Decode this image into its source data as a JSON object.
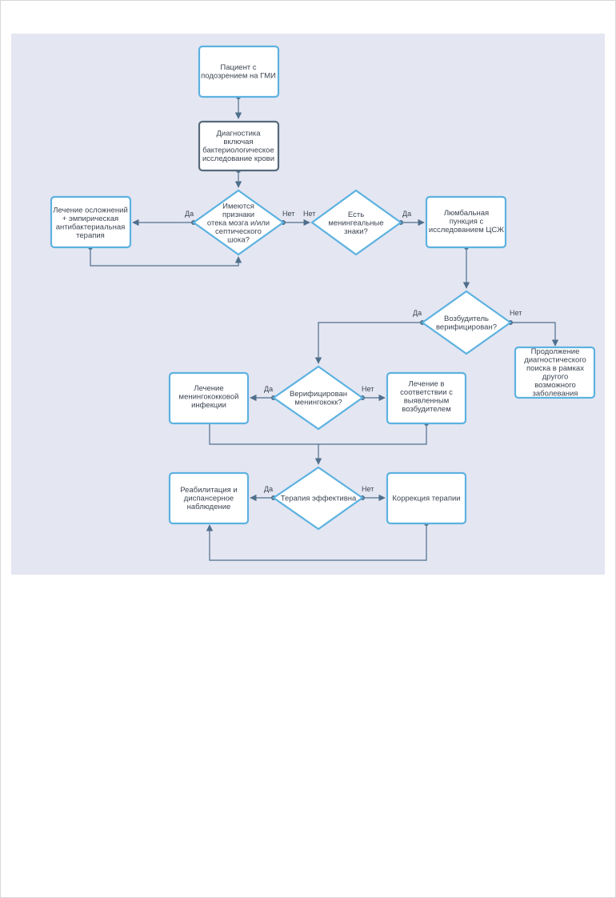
{
  "colors": {
    "canvas": "#e4e6f2",
    "node_stroke": "#5cb2e0",
    "node_fill": "#ffffff",
    "highlight_stroke": "#566a7c",
    "edge": "#4f6f8c",
    "text": "#3c4552"
  },
  "nodes": {
    "patient": [
      "Пациент с",
      "подозрением на ГМИ"
    ],
    "diagnostics": [
      "Диагностика",
      "включая",
      "бактериологическое",
      "исследование крови"
    ],
    "edema_q": [
      "Имеются",
      "признаки",
      "отека мозга и/или",
      "септического",
      "шока?"
    ],
    "complications": [
      "Лечение осложнений",
      "+ эмпирическая",
      "антибактериальная",
      "терапия"
    ],
    "meningeal_q": [
      "Есть",
      "менингеальные",
      "знаки?"
    ],
    "lumbar": [
      "Люмбальная",
      "пункция с",
      "исследованием ЦСЖ"
    ],
    "pathogen_q": [
      "Возбудитель",
      "верифицирован?"
    ],
    "continue_search": [
      "Продолжение",
      "диагностического",
      "поиска в рамках",
      "другого",
      "возможного",
      "заболевания"
    ],
    "meningococcus_q": [
      "Верифицирован",
      "менингококк?"
    ],
    "meningococcal_treatment": [
      "Лечение",
      "менингококковой",
      "инфекции"
    ],
    "pathogen_treatment": [
      "Лечение в",
      "соответствии с",
      "выявленным",
      "возбудителем"
    ],
    "therapy_q": [
      "Терапия эффективна"
    ],
    "rehab": [
      "Реабилитация и",
      "диспансерное",
      "наблюдение"
    ],
    "correction": [
      "Коррекция терапии"
    ]
  },
  "labels": {
    "yes": "Да",
    "no": "Нет"
  }
}
